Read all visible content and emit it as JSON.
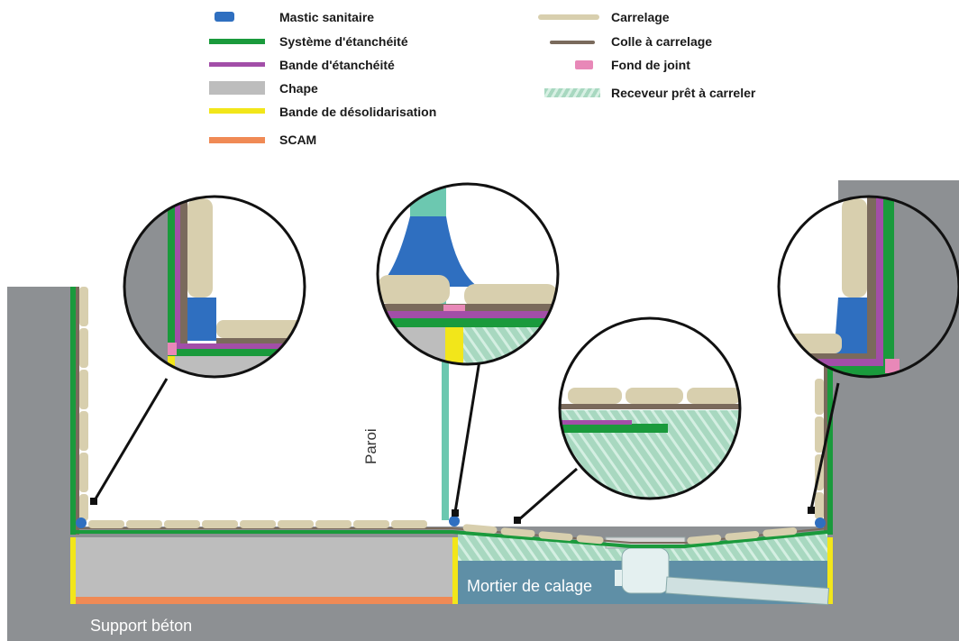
{
  "legend": {
    "left": [
      {
        "label": "Mastic sanitaire",
        "color": "#2f6fc0"
      },
      {
        "label": "Système d'étanchéité",
        "color": "#1a9a3c"
      },
      {
        "label": "Bande d'étanchéité",
        "color": "#a24ea8"
      },
      {
        "label": "Chape",
        "color": "#bdbdbd"
      },
      {
        "label": "Bande de désolidarisation",
        "color": "#f2e61a"
      },
      {
        "label": "SCAM",
        "color": "#f08a55"
      }
    ],
    "right": [
      {
        "label": "Carrelage",
        "color": "#d8cfae"
      },
      {
        "label": "Colle à carrelage",
        "color": "#7a6a5c"
      },
      {
        "label": "Fond de joint",
        "color": "#e888b8"
      },
      {
        "label": "Receveur prêt à carreler",
        "color": "#a8d8c0"
      }
    ]
  },
  "labels": {
    "paroi": "Paroi",
    "mortier": "Mortier de calage",
    "support": "Support béton"
  },
  "colors": {
    "concrete": "#8c8f92",
    "tile": "#d8cfae",
    "screed": "#bdbdbd",
    "membrane": "#1a9a3c",
    "band": "#a24ea8",
    "sealant": "#2f6fc0",
    "mortar": "#5f8fa6",
    "tray": "#a8d8c0",
    "wall": "#6cc8b0",
    "scam": "#f08a55",
    "decoupling": "#f2e61a"
  }
}
